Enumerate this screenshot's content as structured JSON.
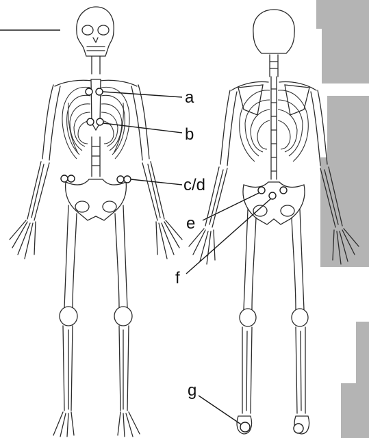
{
  "labels": {
    "a": "a",
    "b": "b",
    "cd": "c/d",
    "e": "e",
    "f": "f",
    "g": "g"
  },
  "colors": {
    "line": "#2b2b2b",
    "background": "#ffffff",
    "scan_edge": "#b4b4b4"
  }
}
